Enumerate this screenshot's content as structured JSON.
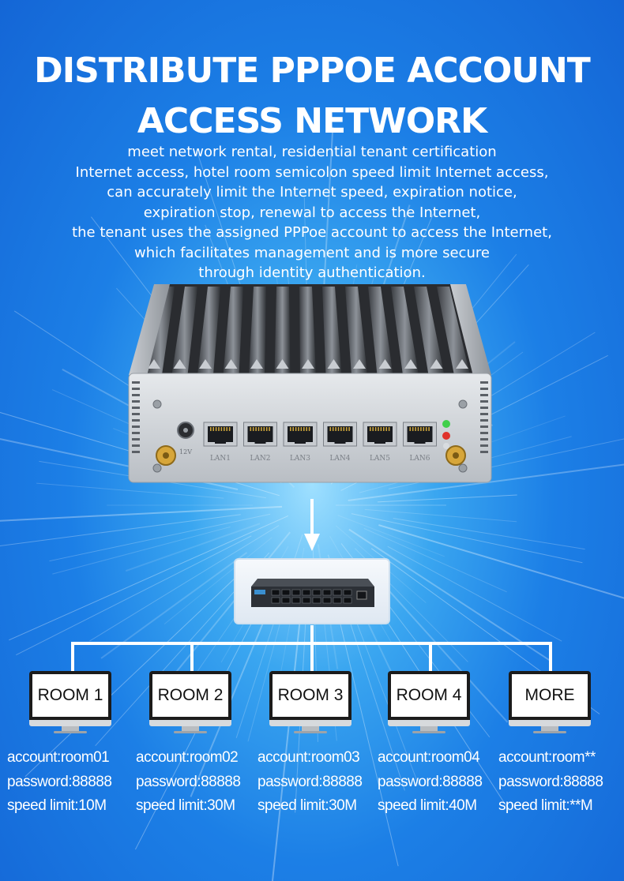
{
  "title": {
    "line1": "DISTRIBUTE PPPOE ACCOUNT",
    "line2": "ACCESS NETWORK"
  },
  "description": [
    "meet network rental, residential tenant certification",
    "Internet access, hotel room semicolon speed limit Internet access,",
    "can accurately limit the Internet speed, expiration notice,",
    "expiration stop, renewal to access the Internet,",
    "the tenant uses the assigned PPPoe account to access the Internet,",
    "which facilitates management and is more secure",
    "through identity authentication."
  ],
  "device": {
    "power_label": "12V",
    "ports": [
      "LAN1",
      "LAN2",
      "LAN3",
      "LAN4",
      "LAN5",
      "LAN6"
    ]
  },
  "rooms": [
    {
      "name": "ROOM 1",
      "account": "account:room01",
      "password": "password:88888",
      "speed": "speed limit:10M"
    },
    {
      "name": "ROOM 2",
      "account": "account:room02",
      "password": "password:88888",
      "speed": "speed limit:30M"
    },
    {
      "name": "ROOM 3",
      "account": "account:room03",
      "password": "password:88888",
      "speed": "speed limit:30M"
    },
    {
      "name": "ROOM 4",
      "account": "account:room04",
      "password": "password:88888",
      "speed": "speed limit:40M"
    },
    {
      "name": "MORE",
      "account": "account:room**",
      "password": "password:88888",
      "speed": "speed limit:**M"
    }
  ],
  "colors": {
    "background": "#1a75e0",
    "text": "#ffffff",
    "line": "#ffffff"
  }
}
